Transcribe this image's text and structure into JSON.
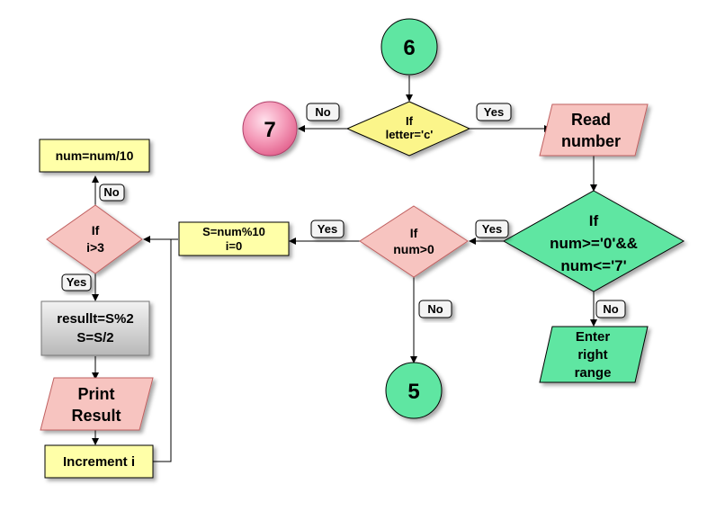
{
  "connectors": {
    "c6": "6",
    "c7": "7",
    "c5": "5"
  },
  "decisions": {
    "letter_c": [
      "If",
      "letter='c'"
    ],
    "range_check": [
      "If",
      "num>='0'&&",
      "num<='7'"
    ],
    "num_gt0": [
      "If",
      "num>0"
    ],
    "i_gt3": [
      "If",
      "i>3"
    ]
  },
  "io": {
    "read_number": [
      "Read",
      "number"
    ],
    "enter_range": [
      "Enter",
      "right",
      "range"
    ],
    "print_result": [
      "Print",
      "Result"
    ]
  },
  "process": {
    "num_div10": "num=num/10",
    "s_mod": [
      "S=num%10",
      "i=0"
    ],
    "result_calc": [
      "resullt=S%2",
      "S=S/2"
    ],
    "increment": "Increment i"
  },
  "edge_labels": {
    "no": "No",
    "yes": "Yes"
  },
  "colors": {
    "green": "#5fe6a2",
    "pink": "#f0607a",
    "yellow_diamond": "#fbf58a",
    "salmon": "#f7c4c0",
    "yellow_box": "#ffffa8",
    "gray_box": "#d4d4d4"
  }
}
